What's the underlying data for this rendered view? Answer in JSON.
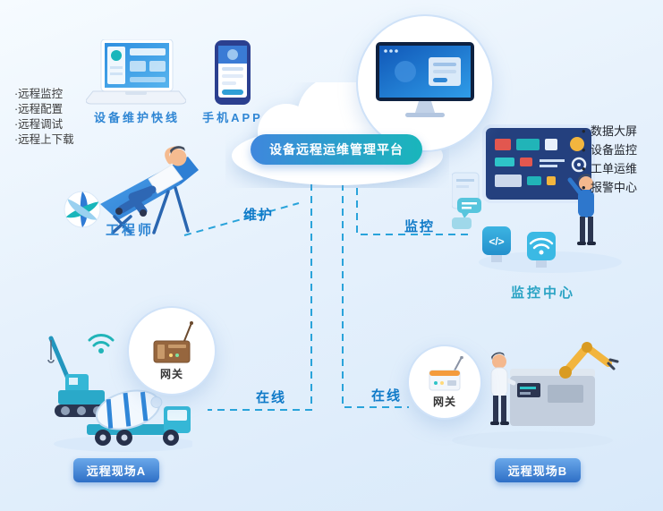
{
  "colors": {
    "accent_blue": "#2f86d4",
    "teal": "#19b6bb",
    "dashed_line": "#29a3da",
    "badge_gradient_start": "#6aa8ea",
    "badge_gradient_end": "#2e6fc6",
    "screen_navy": "#24407e"
  },
  "devices": {
    "laptop_label": "设备维护快线",
    "phone_label": "手机APP"
  },
  "left_features": {
    "bullet": "·",
    "items": [
      {
        "text": "远程监控"
      },
      {
        "text": "远程配置"
      },
      {
        "text": "远程调试"
      },
      {
        "text": "远程上下载"
      }
    ]
  },
  "cloud": {
    "title": "设备远程运维管理平台"
  },
  "engineer": {
    "label": "工程师"
  },
  "connections": {
    "maintenance": "维护",
    "monitoring": "监控",
    "online_a": "在线",
    "online_b": "在线"
  },
  "monitoring_center": {
    "label": "监控中心",
    "bullet": "•",
    "code_icon_text": "</>",
    "items": [
      {
        "text": "数据大屏"
      },
      {
        "text": "设备监控"
      },
      {
        "text": "工单运维"
      },
      {
        "text": "报警中心"
      }
    ]
  },
  "sites": {
    "gateway_a_label": "网关",
    "gateway_b_label": "网关",
    "site_a_label": "远程现场A",
    "site_b_label": "远程现场B"
  }
}
